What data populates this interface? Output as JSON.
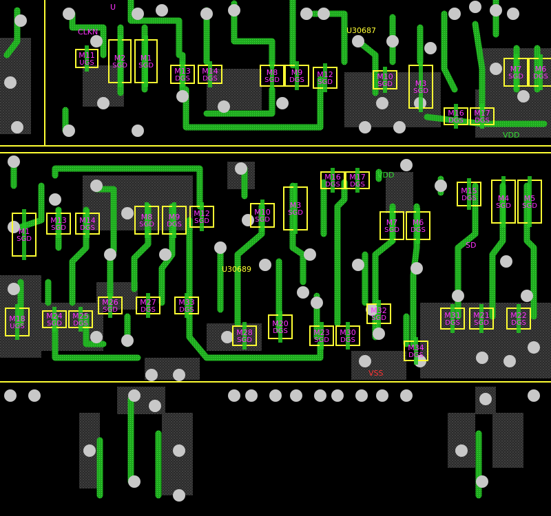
{
  "colors": {
    "background": "#000000",
    "boundary": "#ffff33",
    "trace": "#22c522",
    "via": "#c8c8c8",
    "diffusion": "#3a3a3a",
    "device": "#ffff33",
    "device_label": "#ff33ff",
    "cell_label": "#ffff33",
    "power_label": "#33dd33",
    "ground_label": "#ff3333"
  },
  "labels": {
    "cell_top": "U30687",
    "cell_bottom": "U30689",
    "clock": "CLKN",
    "vdd_top": "VDD",
    "vdd_mid": "VDD",
    "vss": "VSS",
    "sd": "SD",
    "u": "U"
  },
  "devices": [
    {
      "id": "m11a",
      "name": "M11",
      "pins": "UGS"
    },
    {
      "id": "m2a",
      "name": "M2",
      "pins": "SGD"
    },
    {
      "id": "m1a",
      "name": "M1",
      "pins": "SGD"
    },
    {
      "id": "m13a",
      "name": "M13",
      "pins": "DGS"
    },
    {
      "id": "m14a",
      "name": "M14",
      "pins": "DGS"
    },
    {
      "id": "m8a",
      "name": "M8",
      "pins": "SGD"
    },
    {
      "id": "m9a",
      "name": "M9",
      "pins": "DGS"
    },
    {
      "id": "m12a",
      "name": "M12",
      "pins": "SGD"
    },
    {
      "id": "m10a",
      "name": "M10",
      "pins": "SGD"
    },
    {
      "id": "m3a",
      "name": "M3",
      "pins": "SGD"
    },
    {
      "id": "m16a",
      "name": "M16",
      "pins": "DGS"
    },
    {
      "id": "m17a",
      "name": "M17",
      "pins": "DGS"
    },
    {
      "id": "m7a",
      "name": "M7",
      "pins": "SGD"
    },
    {
      "id": "m6a",
      "name": "M6",
      "pins": "DGS"
    },
    {
      "id": "m1b",
      "name": "M1",
      "pins": "SGD"
    },
    {
      "id": "m13b",
      "name": "M13",
      "pins": "SGD"
    },
    {
      "id": "m14b",
      "name": "M14",
      "pins": "DGS"
    },
    {
      "id": "m8b",
      "name": "M8",
      "pins": "SGD"
    },
    {
      "id": "m9b",
      "name": "M9",
      "pins": "DGS"
    },
    {
      "id": "m12b",
      "name": "M12",
      "pins": "SGD"
    },
    {
      "id": "m10b",
      "name": "M10",
      "pins": "SGD"
    },
    {
      "id": "m3b",
      "name": "M3",
      "pins": "SGD"
    },
    {
      "id": "m16b",
      "name": "M16",
      "pins": "DGS"
    },
    {
      "id": "m17b",
      "name": "M17",
      "pins": "DGS"
    },
    {
      "id": "m7b",
      "name": "M7",
      "pins": "SGD"
    },
    {
      "id": "m6b",
      "name": "M6",
      "pins": "DGS"
    },
    {
      "id": "m15b",
      "name": "M15",
      "pins": "DGS"
    },
    {
      "id": "m4b",
      "name": "M4",
      "pins": "SGD"
    },
    {
      "id": "m5b",
      "name": "M5",
      "pins": "SGD"
    },
    {
      "id": "m18b",
      "name": "M18",
      "pins": "UGS"
    },
    {
      "id": "m24b",
      "name": "M24",
      "pins": "SGD"
    },
    {
      "id": "m25b",
      "name": "M25",
      "pins": "DGS"
    },
    {
      "id": "m26b",
      "name": "M26",
      "pins": "SGD"
    },
    {
      "id": "m27b",
      "name": "M27",
      "pins": "DGS"
    },
    {
      "id": "m33b",
      "name": "M33",
      "pins": "DGS"
    },
    {
      "id": "m28b",
      "name": "M28",
      "pins": "SGD"
    },
    {
      "id": "m20b",
      "name": "M20",
      "pins": "DGS"
    },
    {
      "id": "m23b",
      "name": "M23",
      "pins": "SGD"
    },
    {
      "id": "m30b",
      "name": "M30",
      "pins": "DGS"
    },
    {
      "id": "m32b",
      "name": "M32",
      "pins": "SGD"
    },
    {
      "id": "m34b",
      "name": "M34",
      "pins": "DGS"
    },
    {
      "id": "m31b",
      "name": "M31",
      "pins": "DGS"
    },
    {
      "id": "m21b",
      "name": "M21",
      "pins": "SGD"
    },
    {
      "id": "m22b",
      "name": "M22",
      "pins": "DGS"
    }
  ]
}
